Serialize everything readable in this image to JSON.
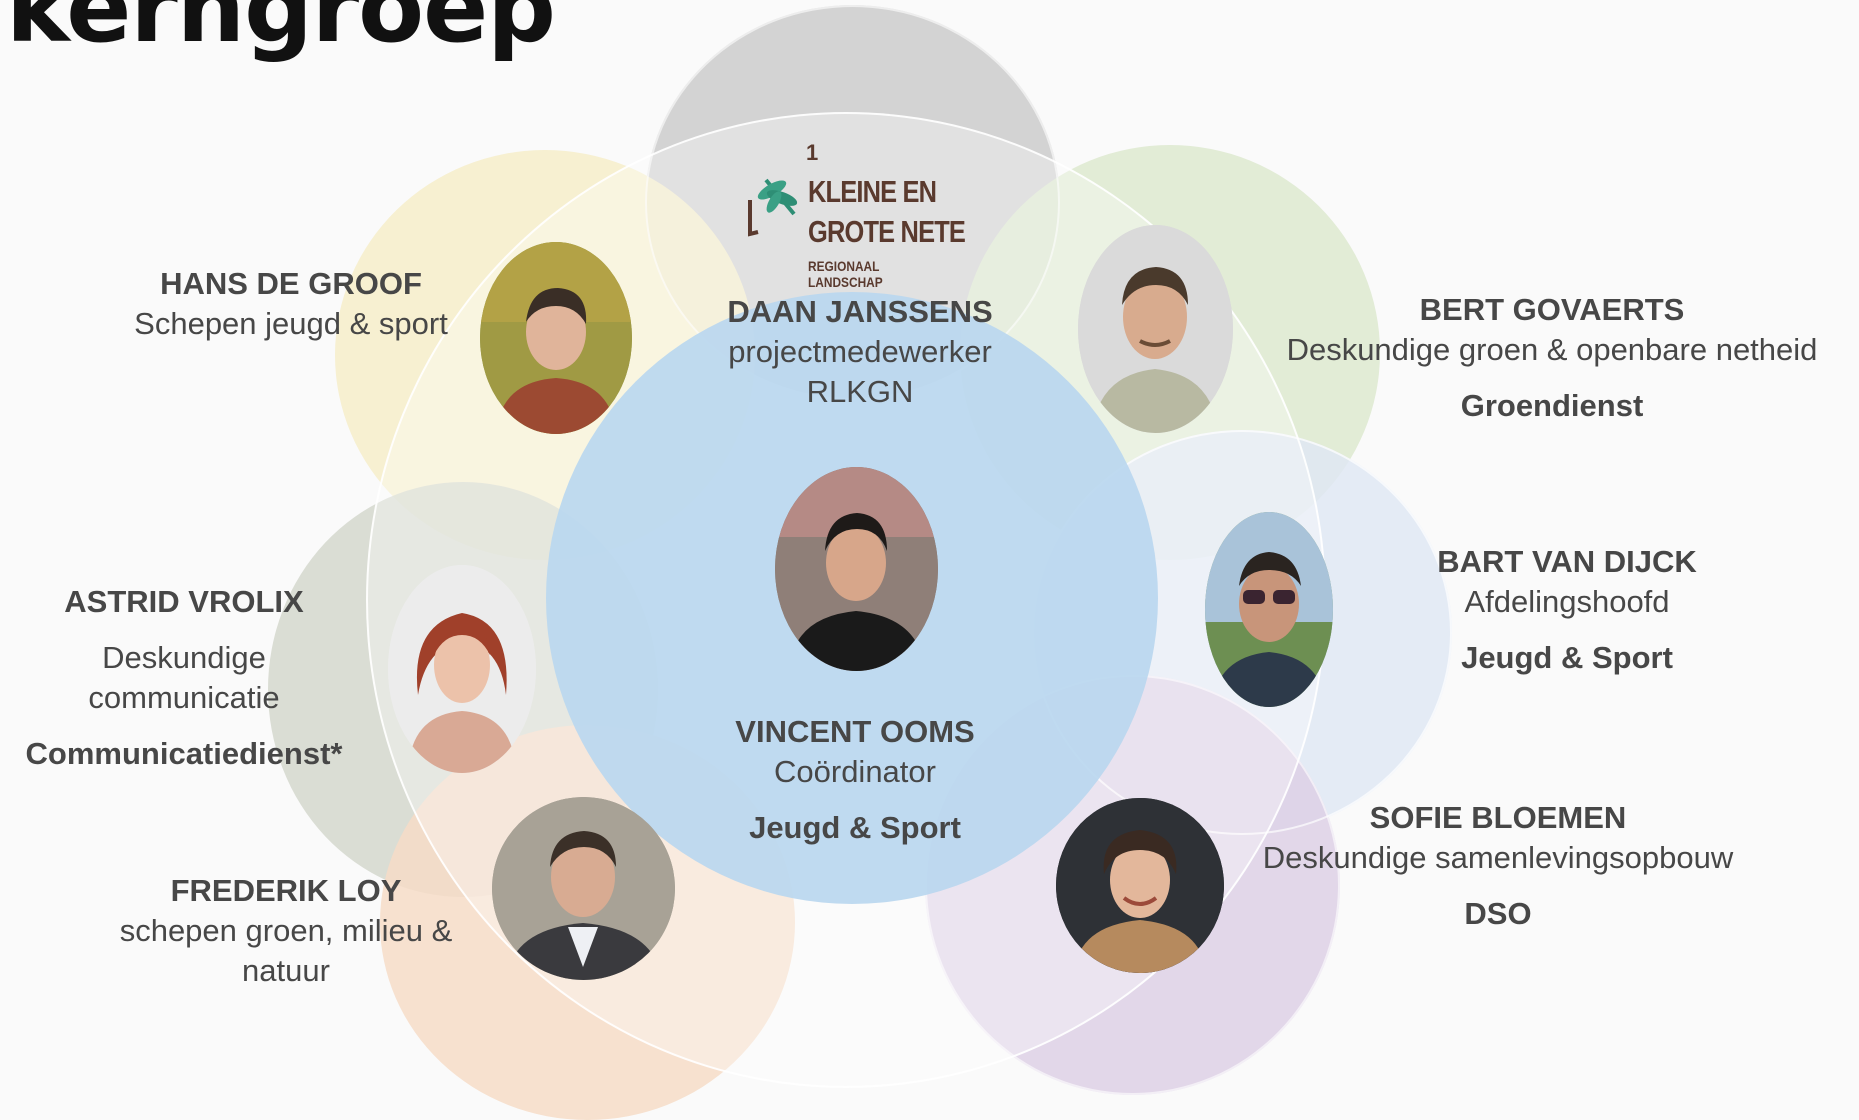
{
  "title": "kerngroep",
  "logo": {
    "number": "1",
    "line1": "KLEINE EN",
    "line2": "GROTE NETE",
    "line3": "REGIONAAL",
    "line4": "LANDSCHAP"
  },
  "people": [
    {
      "id": "daan",
      "name": "DAAN JANSSENS",
      "role": "projectmedewerker",
      "role2": "RLKGN",
      "dept": ""
    },
    {
      "id": "hans",
      "name": "HANS DE GROOF",
      "role": "Schepen jeugd & sport",
      "role2": "",
      "dept": ""
    },
    {
      "id": "bert",
      "name": "BERT GOVAERTS",
      "role": "Deskundige groen & openbare netheid",
      "role2": "",
      "dept": "Groendienst"
    },
    {
      "id": "astrid",
      "name": "ASTRID VROLIX",
      "role": "Deskundige",
      "role2": "communicatie",
      "dept": "Communicatiedienst*"
    },
    {
      "id": "vincent",
      "name": "VINCENT OOMS",
      "role": "Coördinator",
      "role2": "",
      "dept": "Jeugd & Sport"
    },
    {
      "id": "bart",
      "name": "BART VAN DIJCK",
      "role": "Afdelingshoofd",
      "role2": "",
      "dept": "Jeugd & Sport"
    },
    {
      "id": "frederik",
      "name": "FREDERIK LOY",
      "role": "schepen groen, milieu &",
      "role2": "natuur",
      "dept": ""
    },
    {
      "id": "sofie",
      "name": "SOFIE BLOEMEN",
      "role": "Deskundige samenlevingsopbouw",
      "role2": "",
      "dept": "DSO"
    }
  ],
  "colors": {
    "top": "#c9c9c9",
    "hans": "#f6edc9",
    "bert": "#dde9cf",
    "astrid": "#d3d7cd",
    "bart": "#dfe8f3",
    "frederik": "#f6dcc7",
    "sofie": "#ddd0e5",
    "center": "#bad7ef",
    "outline": "#ffffff"
  }
}
